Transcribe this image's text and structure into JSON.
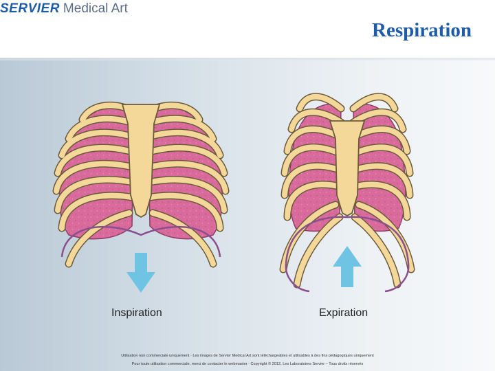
{
  "header": {
    "logo_brand": "SERVIER",
    "logo_suffix": "Medical Art",
    "title": "Respiration"
  },
  "diagram": {
    "left_label": "Inspiration",
    "right_label": "Expiration",
    "arrow_color": "#6fc3e3",
    "lung_color": "#d96a9c",
    "bone_color": "#f4d89a",
    "diaphragm_color": "#8a4f8f"
  },
  "footer": {
    "line1": "Utilisation non commerciale uniquement · Les images de Servier Medical Art sont téléchargeables et utilisables à des fins pédagogiques uniquement",
    "line2": "Pour toute utilisation commerciale, merci de contacter le webmaster · Copyright © 2012, Les Laboratoires Servier – Tous droits réservés"
  }
}
